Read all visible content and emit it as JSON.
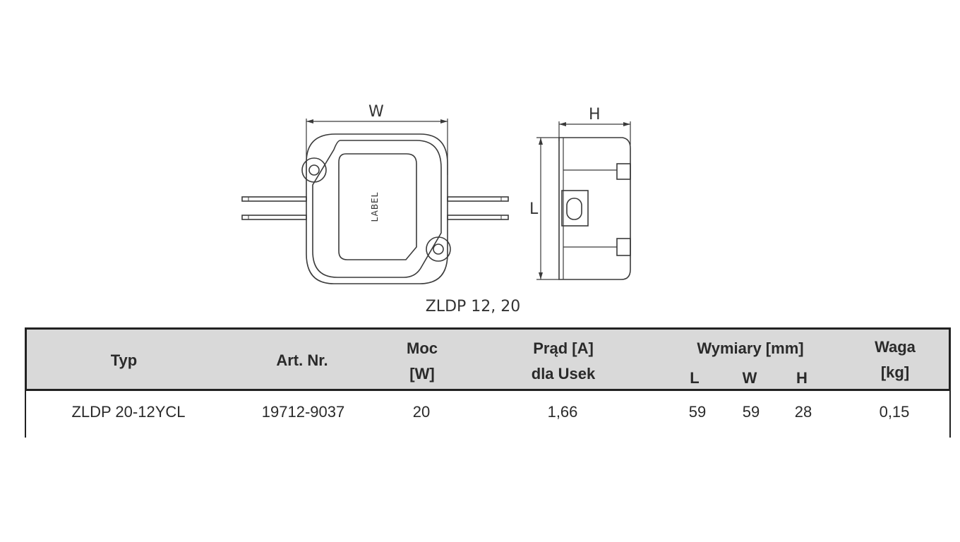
{
  "diagram": {
    "dim_w": "W",
    "dim_h": "H",
    "dim_l": "L",
    "label_text": "LABEL",
    "caption": "ZLDP 12, 20"
  },
  "table": {
    "headers": {
      "typ": "Typ",
      "art_nr": "Art. Nr.",
      "moc_1": "Moc",
      "moc_2": "[W]",
      "prad_1": "Prąd [A]",
      "prad_2": "dla Usek",
      "wymiary": "Wymiary [mm]",
      "wym_l": "L",
      "wym_w": "W",
      "wym_h": "H",
      "waga_1": "Waga",
      "waga_2": "[kg]"
    },
    "rows": [
      {
        "typ": "ZLDP 20-12YCL",
        "art_nr": "19712-9037",
        "moc": "20",
        "prad": "1,66",
        "l": "59",
        "w": "59",
        "h": "28",
        "waga": "0,15"
      }
    ]
  },
  "colors": {
    "header_bg": "#d9d9d9",
    "line": "#222222"
  }
}
